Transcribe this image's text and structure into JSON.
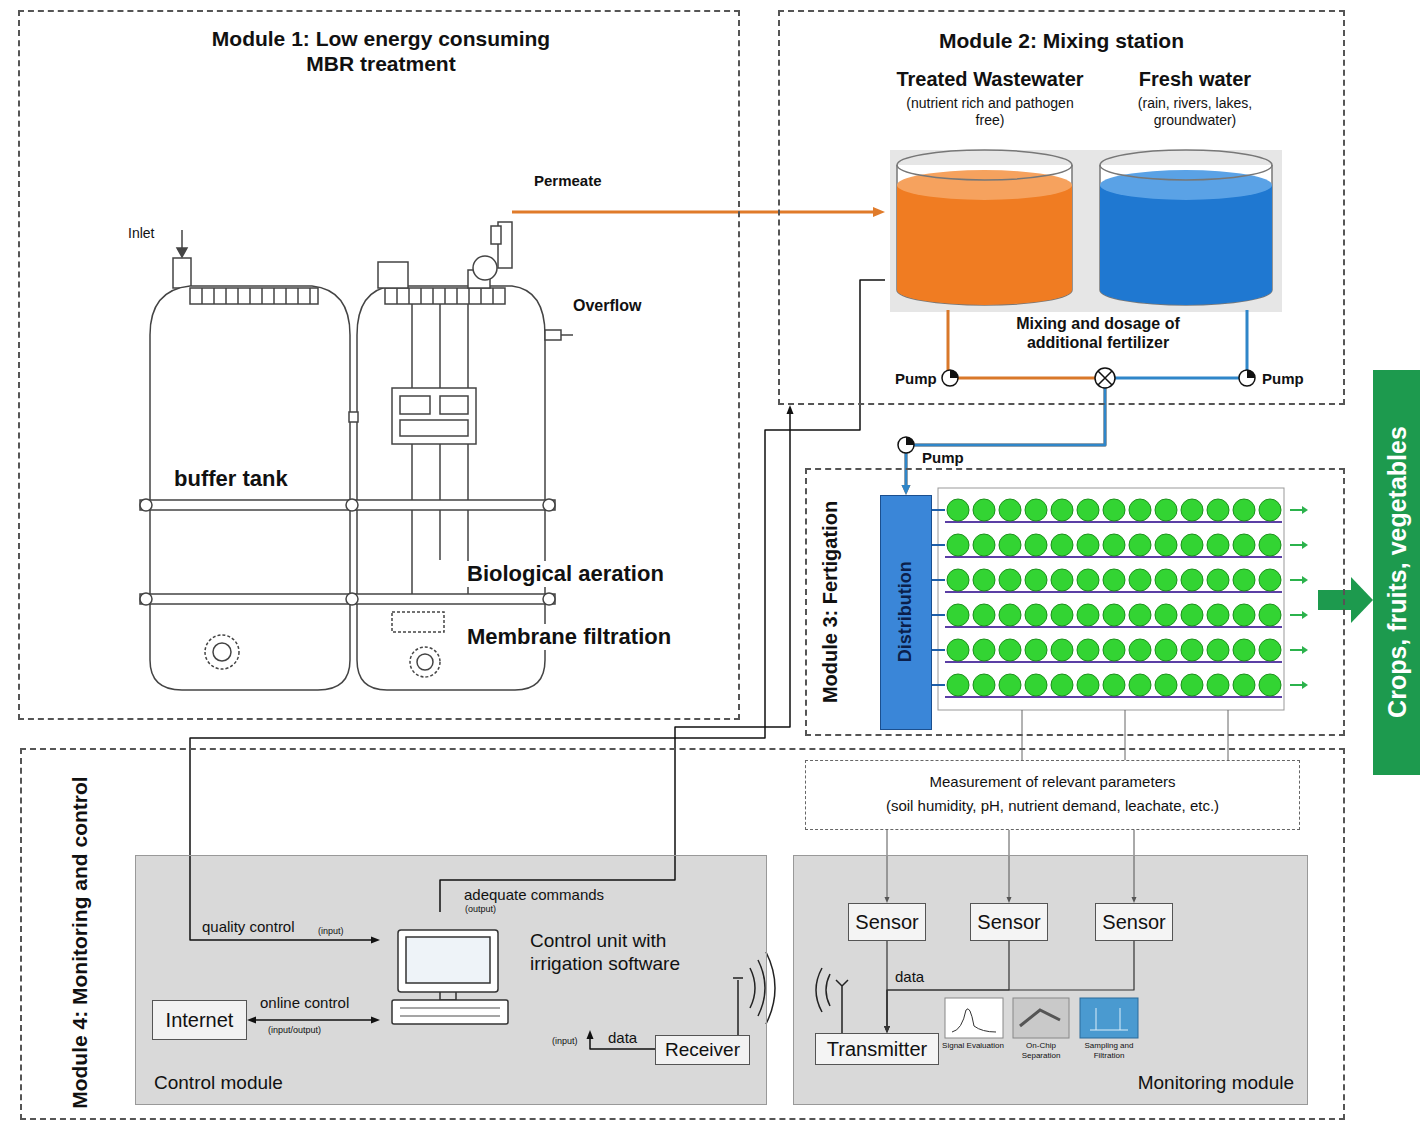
{
  "diagram": {
    "nodes": [
      {
        "text": [
          "Module 1: Low energy consuming MBR treatment"
        ]
      },
      {
        "text": [
          "Module 2: Mixing station"
        ]
      },
      {
        "text": [
          "Treated Wastewater",
          "(nutrient rich and pathogen free)"
        ],
        "in": 1
      },
      {
        "text": [
          "Fresh water",
          "(rain, rivers, lakes, groundwater)"
        ],
        "in": 1
      },
      {
        "text": [
          "Module 3: Fertigation"
        ]
      },
      {
        "text": [
          "Distribution"
        ],
        "in": 4
      },
      {
        "text": [
          "Crops, fruits, vegetables"
        ]
      },
      {
        "text": [
          "Module 4: Monitoring and control"
        ]
      },
      {
        "text": [
          "Measurement of relevant parameters",
          "(soil humidity, pH, nutrient demand, leachate, etc.)"
        ],
        "in": 7
      },
      {
        "text": [
          "Control module"
        ],
        "in": 7
      },
      {
        "text": [
          "Control unit with irrigation software"
        ],
        "in": 9
      },
      {
        "text": [
          "Internet"
        ],
        "in": 9
      },
      {
        "text": [
          "Receiver"
        ],
        "in": 9
      },
      {
        "text": [
          "Monitoring module"
        ],
        "in": 7
      },
      {
        "text": [
          "Sensor"
        ],
        "in": 13
      },
      {
        "text": [
          "Sensor"
        ],
        "in": 13
      },
      {
        "text": [
          "Sensor"
        ],
        "in": 13
      },
      {
        "text": [
          "Transmitter"
        ],
        "in": 13
      }
    ],
    "edges": [
      {
        "from": 0,
        "to": 2,
        "arrow": "to",
        "label": "Permeate"
      },
      {
        "from": 2,
        "to": 5,
        "arrow": "to"
      },
      {
        "from": 3,
        "to": 5,
        "arrow": "to"
      },
      {
        "from": 4,
        "to": 6,
        "arrow": "to"
      },
      {
        "from": 8,
        "to": 14,
        "arrow": "to"
      },
      {
        "from": 8,
        "to": 15,
        "arrow": "to"
      },
      {
        "from": 8,
        "to": 16,
        "arrow": "to"
      },
      {
        "from": 14,
        "to": 17,
        "arrow": "to",
        "label": "data"
      },
      {
        "from": 15,
        "to": 17,
        "arrow": "to"
      },
      {
        "from": 16,
        "to": 17,
        "arrow": "to"
      },
      {
        "from": 12,
        "to": 10,
        "arrow": "to",
        "label": "data"
      },
      {
        "from": 11,
        "to": 10,
        "arrow": "both",
        "label": "online control"
      },
      {
        "from": 2,
        "to": 10,
        "arrow": "to",
        "label": "quality control"
      },
      {
        "from": 10,
        "to": 1,
        "arrow": "to",
        "label": "adequate commands"
      }
    ],
    "labels": [
      "Inlet",
      "Overflow",
      "buffer tank",
      "Biological aeration",
      "Membrane filtration",
      "Mixing and dosage of additional fertilizer",
      "Pump",
      "Pump",
      "Pump",
      "(input)",
      "(output)",
      "(input/output)",
      "(input)",
      "Signal Evaluation",
      "On-Chip Separation",
      "Sampling and Filtration"
    ]
  }
}
